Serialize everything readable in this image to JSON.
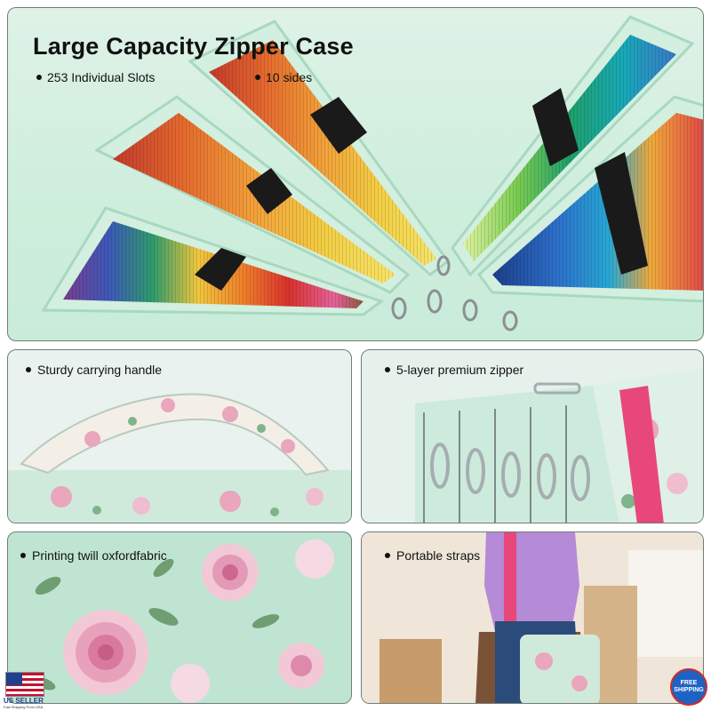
{
  "top": {
    "title": "Large Capacity Zipper Case",
    "features": [
      "253  Individual Slots",
      "10 sides"
    ]
  },
  "panels": {
    "handle": "Sturdy carrying handle",
    "zipper": "5-layer premium zipper",
    "fabric": "Printing twill oxfordfabric",
    "strap": "Portable straps"
  },
  "badges": {
    "seller": "US SELLER",
    "seller_sub": "Fast Shipping From USA",
    "shipping_line1": "FREE",
    "shipping_line2": "SHIPPING"
  },
  "colors": {
    "case_mint": "#c9ecd9",
    "strap_black": "#1a1a1a",
    "strap_pink": "#e8477a",
    "rose_pink": "#e9a6bd"
  }
}
